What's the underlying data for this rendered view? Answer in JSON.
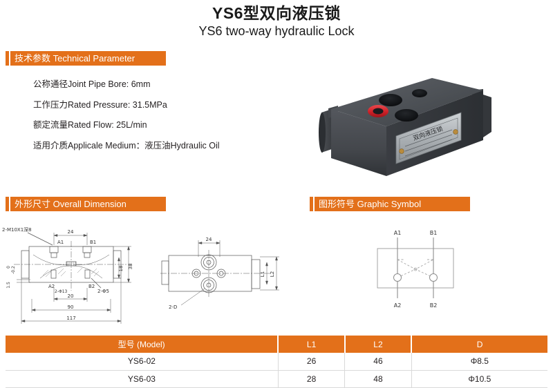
{
  "header": {
    "title_cn": "YS6型双向液压锁",
    "title_en": "YS6 two-way hydraulic Lock"
  },
  "sections": {
    "tech": "技术参数 Technical Parameter",
    "dimension": "外形尺寸 Overall Dimension",
    "symbol": "图形符号 Graphic Symbol"
  },
  "parameters": [
    "公称通径Joint Pipe Bore: 6mm",
    "工作压力Rated Pressure: 31.5MPa",
    "额定流量Rated Flow: 25L/min",
    "适用介质Applicale Medium：液压油Hydraulic Oil"
  ],
  "photo": {
    "nameplate_title": "双向液压锁",
    "body_color": "#4a4d52",
    "port_plug_color": "#d8232a"
  },
  "dimension_drawing": {
    "thread_note": "2-M10X1深8",
    "top_width": "24",
    "port_a1": "A1",
    "port_b1": "B1",
    "port_a2": "A2",
    "port_b2": "B2",
    "bore_note": "2-Φ13",
    "pin_note": "2-Φ5",
    "height_outer": "38",
    "height_inner": "18",
    "left_tol_top": "0",
    "left_tol_bottom": "-0.2",
    "left_tol_value": "1.5",
    "width_inner": "20",
    "width_mid": "90",
    "width_total": "117"
  },
  "end_drawing": {
    "width_top": "24",
    "label_l1": "L1",
    "label_l2": "L2",
    "hole_note": "2-D"
  },
  "symbol_drawing": {
    "a1": "A1",
    "b1": "B1",
    "a2": "A2",
    "b2": "B2"
  },
  "table": {
    "headers": [
      "型号 (Model)",
      "L1",
      "L2",
      "D"
    ],
    "rows": [
      [
        "YS6-02",
        "26",
        "46",
        "Φ8.5"
      ],
      [
        "YS6-03",
        "28",
        "48",
        "Φ10.5"
      ]
    ]
  },
  "colors": {
    "accent": "#e3701a",
    "text": "#231f20"
  }
}
